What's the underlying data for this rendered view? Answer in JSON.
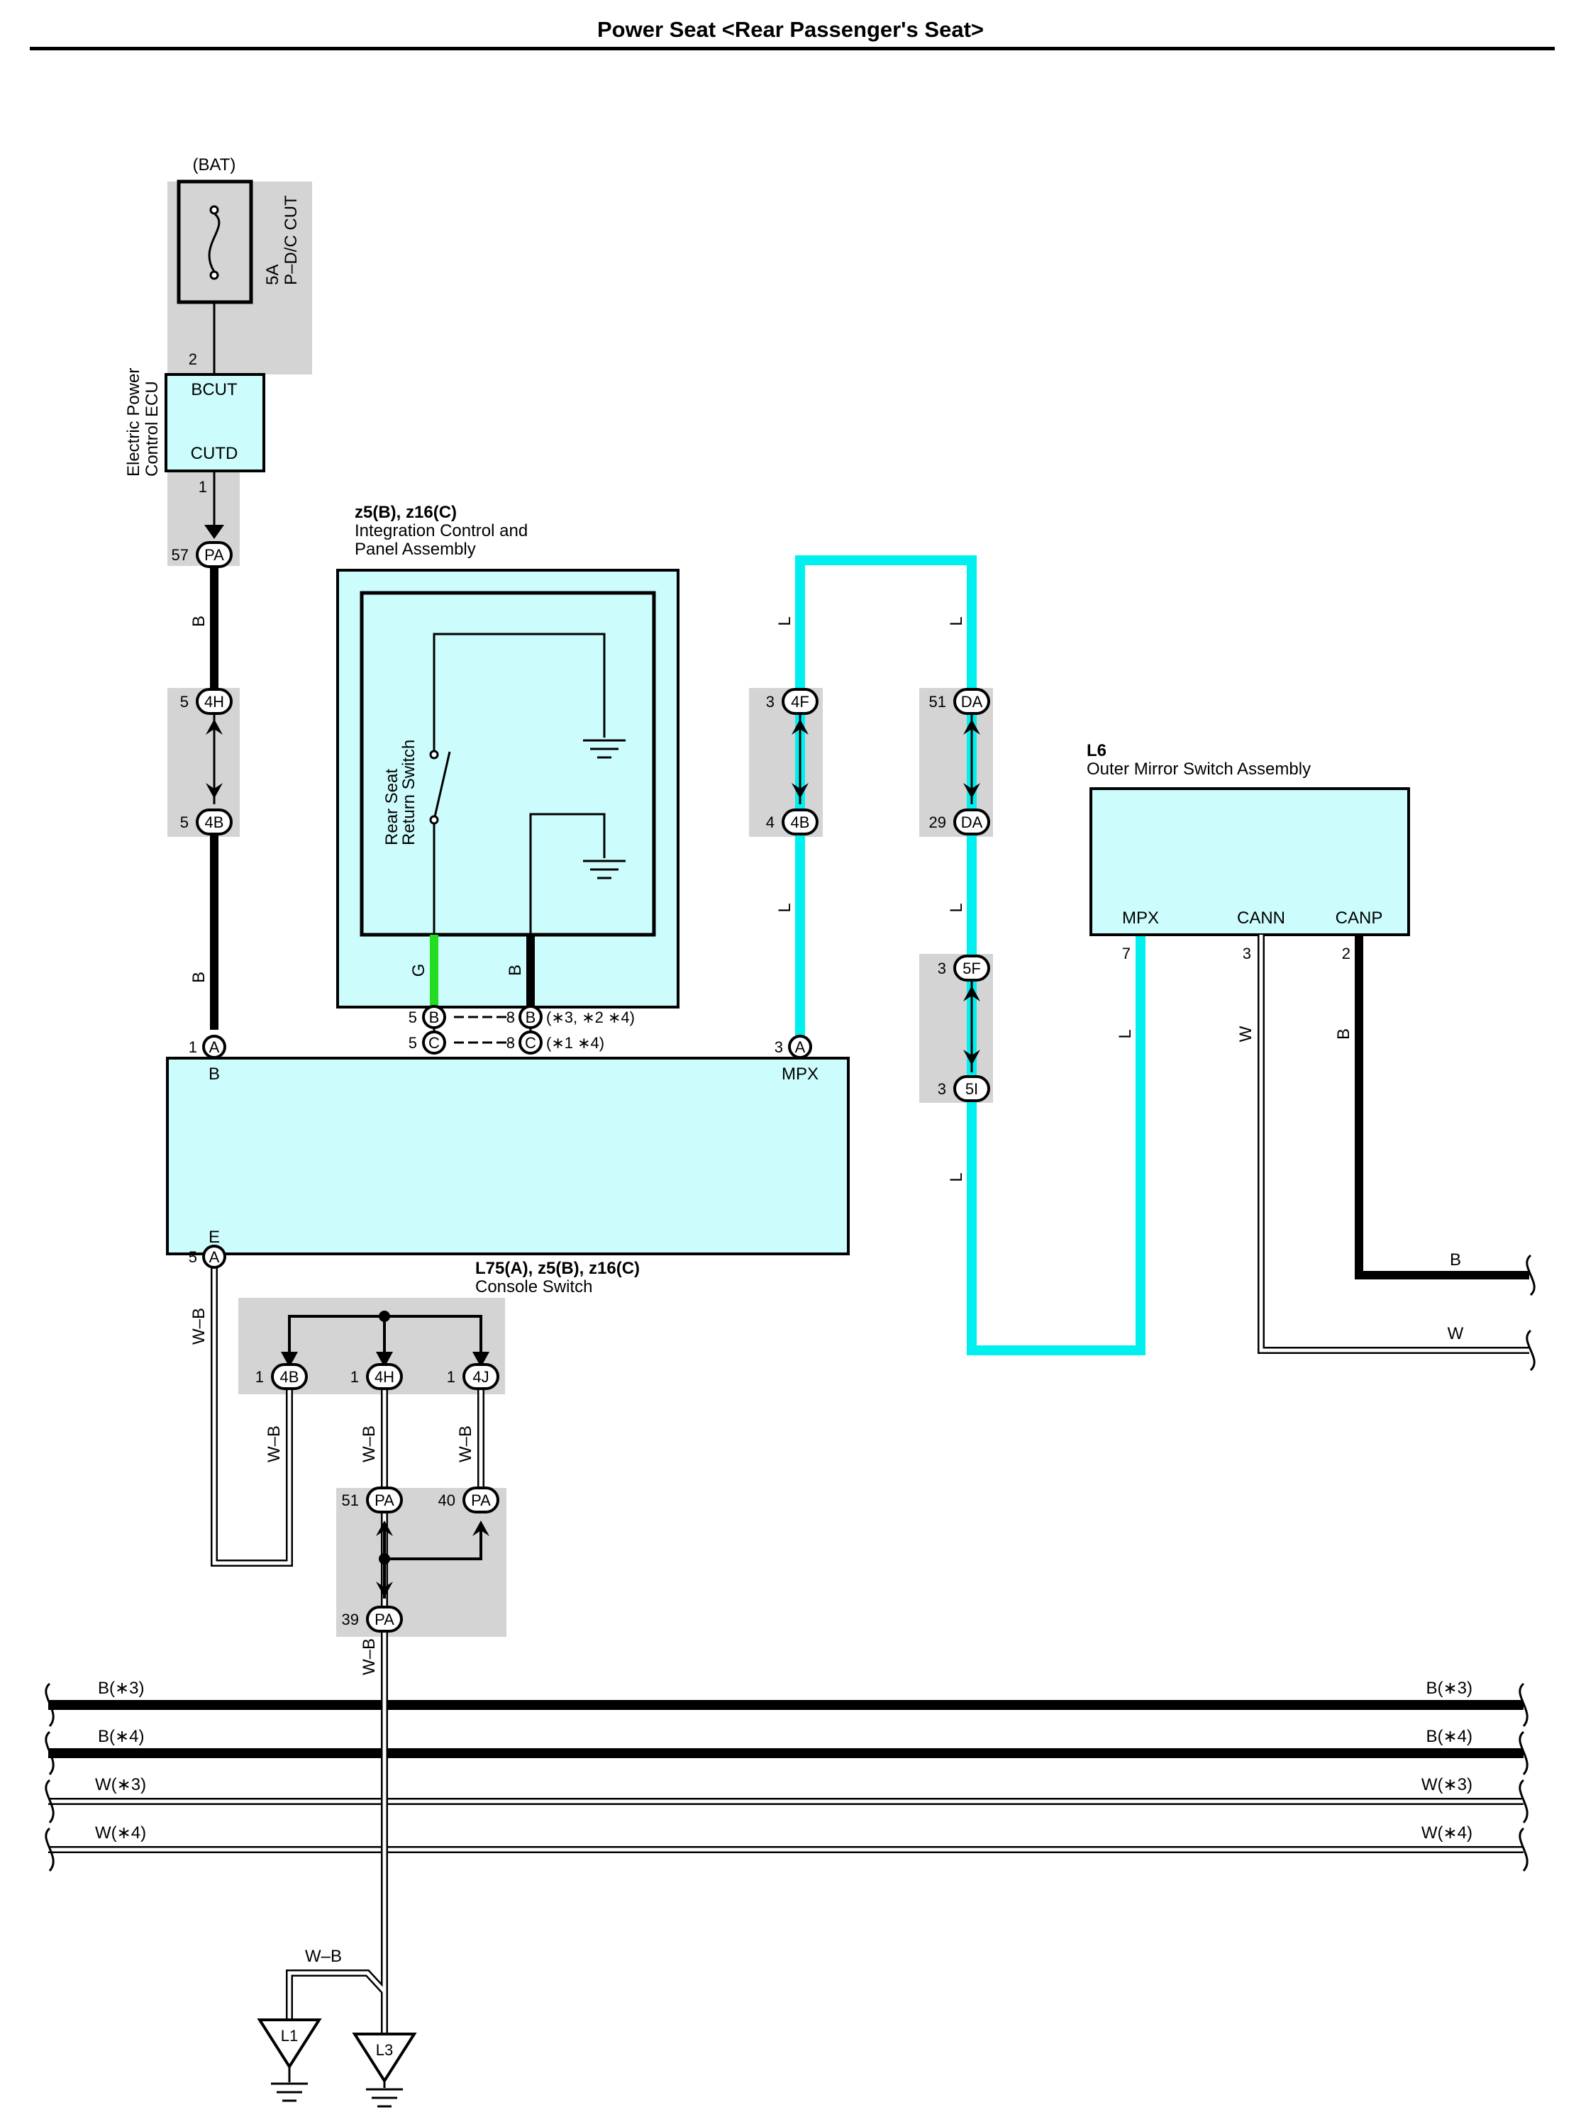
{
  "title": "Power Seat <Rear Passenger's Seat>",
  "colors": {
    "component_fill": "#cdfcfc",
    "connector_shade": "#d4d4d4",
    "wire_L": "#00f0f0",
    "wire_G": "#22dd22",
    "wire_B": "#000000"
  },
  "bat": {
    "label": "(BAT)",
    "fuse_amp": "5A",
    "fuse_name": "P–D/C CUT",
    "pin_out": "2"
  },
  "ecu": {
    "name_line1": "Electric Power",
    "name_line2": "Control ECU",
    "term_top": "BCUT",
    "term_bottom": "CUTD",
    "pin_out": "1"
  },
  "integration": {
    "code": "z5(B), z16(C)",
    "name_line1": "Integration Control and",
    "name_line2": "Panel Assembly",
    "switch_line1": "Rear Seat",
    "switch_line2": "Return Switch",
    "wire_g": "G",
    "wire_b": "B",
    "row1_left_pin": "5",
    "row1_left_conn": "B",
    "row1_right_pin": "8",
    "row1_right_conn": "B",
    "row1_note": "(∗3, ∗2 ∗4)",
    "row2_left_pin": "5",
    "row2_left_conn": "C",
    "row2_right_pin": "8",
    "row2_right_conn": "C",
    "row2_note": "(∗1 ∗4)"
  },
  "console": {
    "code": "L75(A), z5(B), z16(C)",
    "name": "Console Switch",
    "term_b": "B",
    "term_mpx": "MPX",
    "term_e": "E",
    "pin_b": "1",
    "conn_b": "A",
    "pin_mpx": "3",
    "conn_mpx": "A",
    "pin_e": "5",
    "conn_e": "A"
  },
  "mirror": {
    "code": "L6",
    "name": "Outer Mirror Switch Assembly",
    "term_mpx": "MPX",
    "term_cann": "CANN",
    "term_canp": "CANP",
    "pin_mpx": "7",
    "pin_cann": "3",
    "pin_canp": "2"
  },
  "connectors": {
    "pa57": {
      "pin": "57",
      "name": "PA"
    },
    "j4h_top": {
      "pin": "5",
      "name": "4H"
    },
    "j4b_top": {
      "pin": "5",
      "name": "4B"
    },
    "j4f": {
      "pin": "3",
      "name": "4F"
    },
    "j4b_mid": {
      "pin": "4",
      "name": "4B"
    },
    "da51": {
      "pin": "51",
      "name": "DA"
    },
    "da29": {
      "pin": "29",
      "name": "DA"
    },
    "j5f": {
      "pin": "3",
      "name": "5F"
    },
    "j5i": {
      "pin": "3",
      "name": "5I"
    },
    "j4b_gnd": {
      "pin": "1",
      "name": "4B"
    },
    "j4h_gnd": {
      "pin": "1",
      "name": "4H"
    },
    "j4j_gnd": {
      "pin": "1",
      "name": "4J"
    },
    "pa51": {
      "pin": "51",
      "name": "PA"
    },
    "pa40": {
      "pin": "40",
      "name": "PA"
    },
    "pa39": {
      "pin": "39",
      "name": "PA"
    }
  },
  "wire_labels": {
    "b_upper": "B",
    "b_lower": "B",
    "l_left_top": "L",
    "l_left_mid": "L",
    "l_right_top": "L",
    "l_right_mid": "L",
    "l_right_low": "L",
    "l_mirror": "L",
    "w_cann": "W",
    "b_canp": "B",
    "b_out": "B",
    "w_out": "W",
    "wb_e": "W–B",
    "wb_4b": "W–B",
    "wb_4h": "W–B",
    "wb_4j": "W–B",
    "wb_pa39": "W–B",
    "wb_l1": "W–B"
  },
  "bus": [
    {
      "label_left": "B(∗3)",
      "label_right": "B(∗3)",
      "type": "thick"
    },
    {
      "label_left": "B(∗4)",
      "label_right": "B(∗4)",
      "type": "thick"
    },
    {
      "label_left": "W(∗3)",
      "label_right": "W(∗3)",
      "type": "double"
    },
    {
      "label_left": "W(∗4)",
      "label_right": "W(∗4)",
      "type": "double"
    }
  ],
  "grounds": {
    "l1": "L1",
    "l3": "L3"
  }
}
